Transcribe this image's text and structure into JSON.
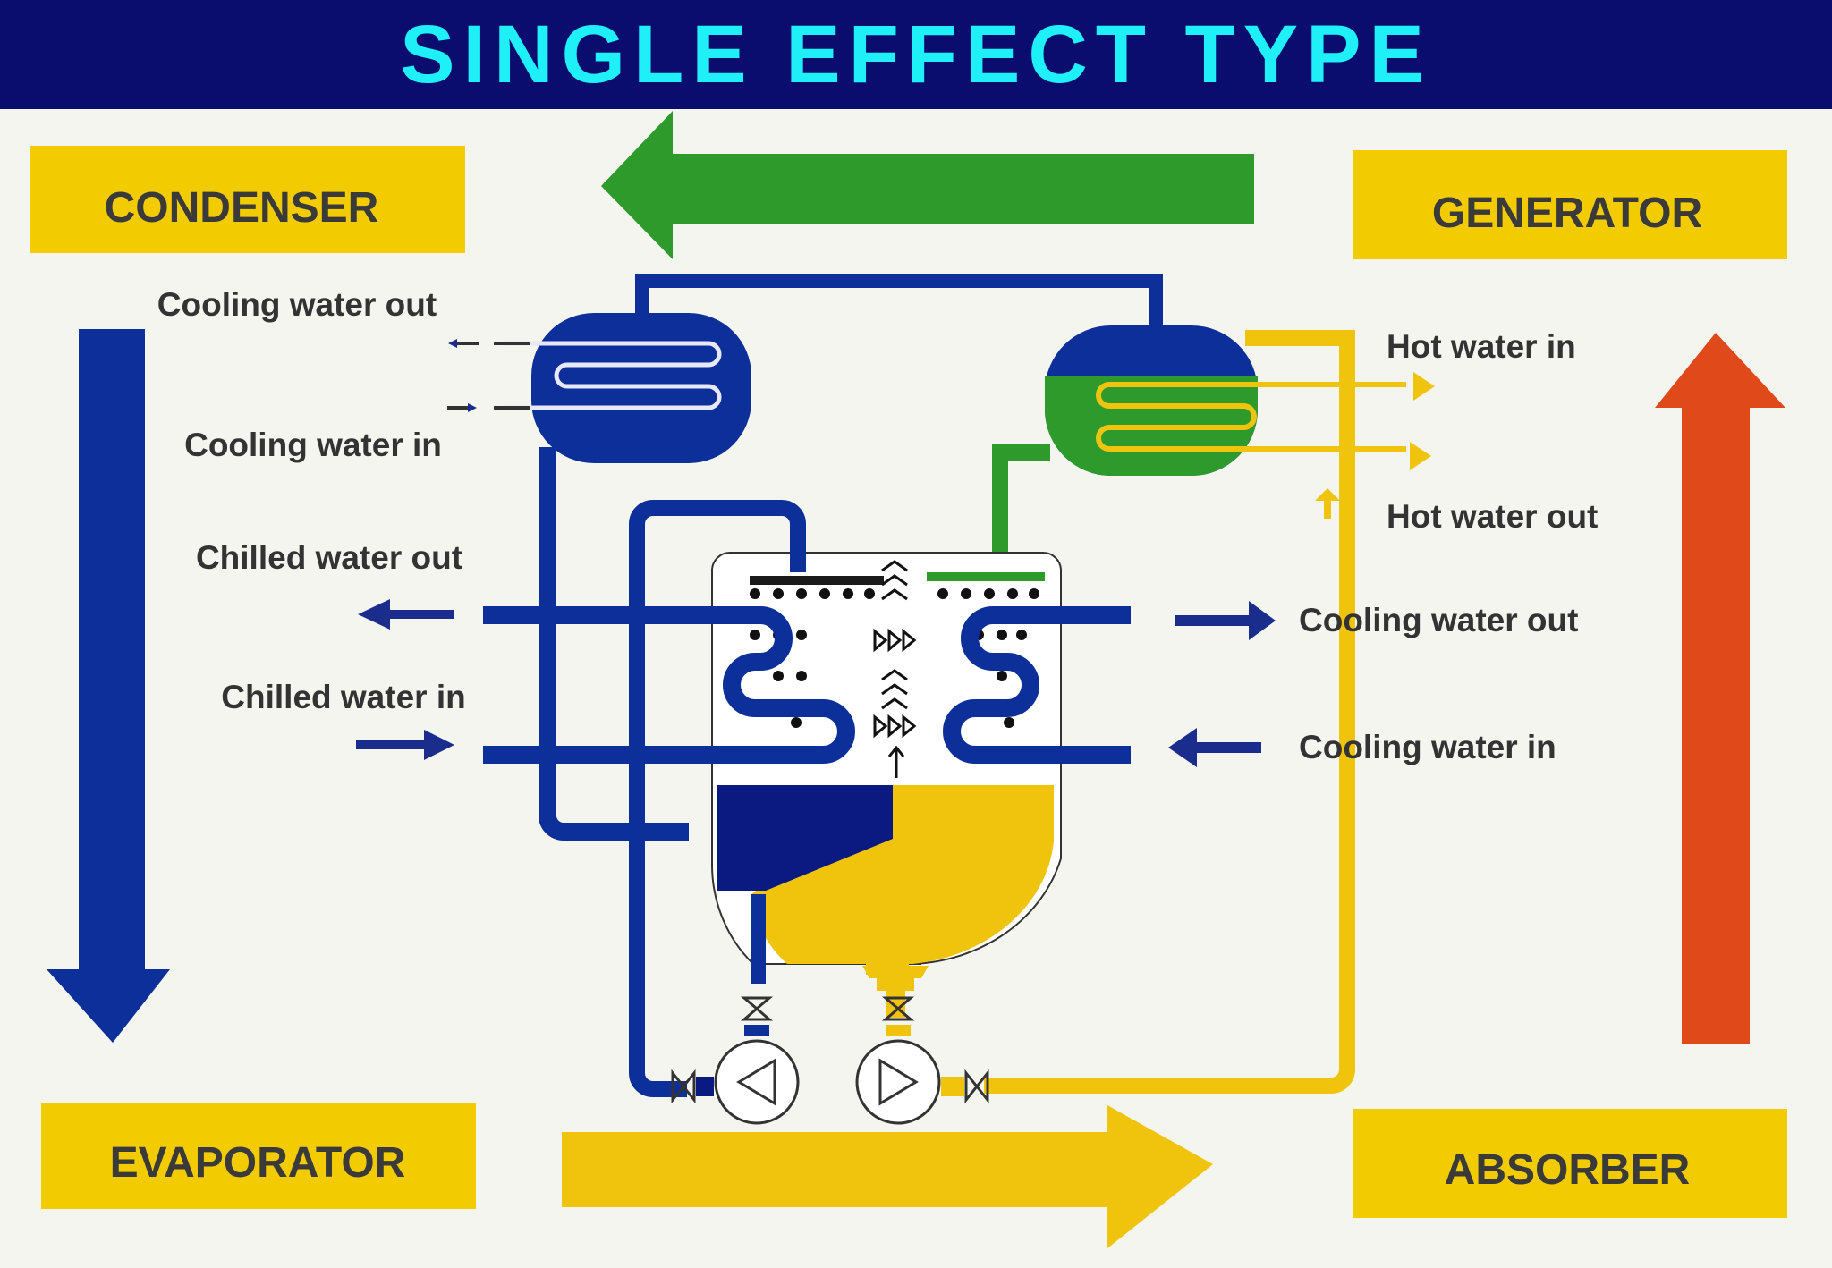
{
  "title": "SINGLE EFFECT TYPE",
  "components": {
    "condenser": "CONDENSER",
    "generator": "GENERATOR",
    "evaporator": "EVAPORATOR",
    "absorber": "ABSORBER"
  },
  "labels": {
    "condenser_cooling_out": "Cooling water out",
    "condenser_cooling_in": "Cooling water in",
    "chilled_out": "Chilled water out",
    "chilled_in": "Chilled water in",
    "hot_in": "Hot water in",
    "hot_out": "Hot water out",
    "absorber_cooling_out": "Cooling water out",
    "absorber_cooling_in": "Cooling water in"
  },
  "colors": {
    "title_bar": "#0a0c6e",
    "title_text": "#1ff0f7",
    "label_box": "#f2cc00",
    "refrigerant_blue": "#0c2f9a",
    "dark_blue": "#0b1a80",
    "solution_yellow": "#f0c40c",
    "green": "#2f9a2c",
    "red": "#e04a1a"
  }
}
